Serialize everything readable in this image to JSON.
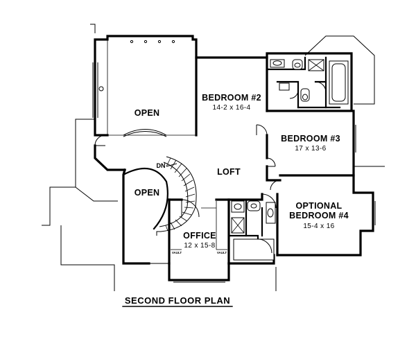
{
  "rooms": {
    "open_upper": {
      "name": "OPEN"
    },
    "bedroom2": {
      "name": "BEDROOM #2",
      "size": "14-2 x 16-4"
    },
    "bedroom3": {
      "name": "BEDROOM #3",
      "size": "17 x 13-6"
    },
    "loft": {
      "name": "LOFT"
    },
    "open_lower": {
      "name": "OPEN"
    },
    "office": {
      "name": "OFFICE",
      "size": "12 x 15-8"
    },
    "bedroom4": {
      "name_line1": "OPTIONAL",
      "name_line2": "BEDROOM #4",
      "size": "15-4 x 16"
    }
  },
  "stair": {
    "label": "DN"
  },
  "vaults": {
    "left": "VAULT",
    "right": "VAULT"
  },
  "caption": "SECOND FLOOR PLAN"
}
